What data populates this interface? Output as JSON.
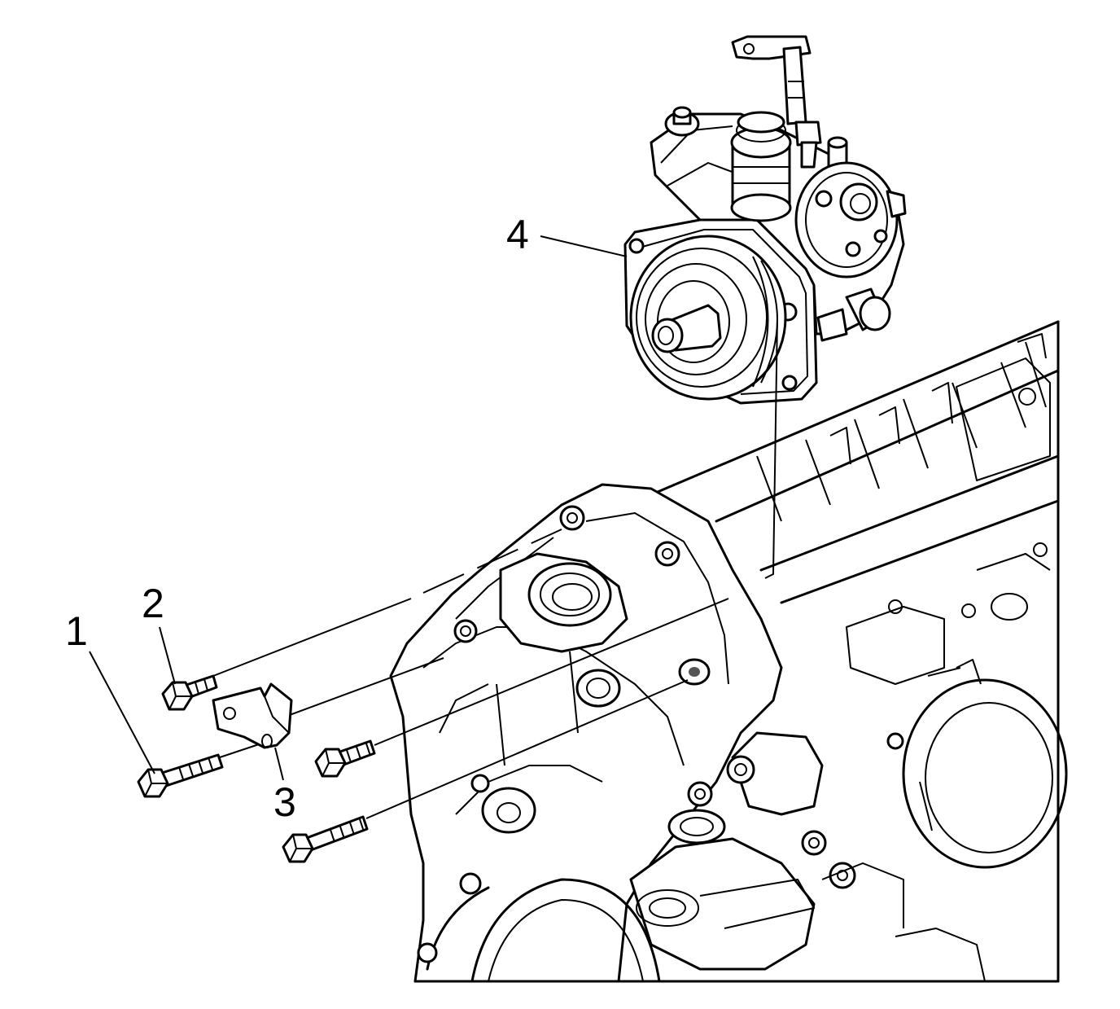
{
  "callouts": {
    "c1": "1",
    "c2": "2",
    "c3": "3",
    "c4": "4"
  },
  "colors": {
    "line": "#000000",
    "background": "#ffffff",
    "shade": "#555555"
  }
}
